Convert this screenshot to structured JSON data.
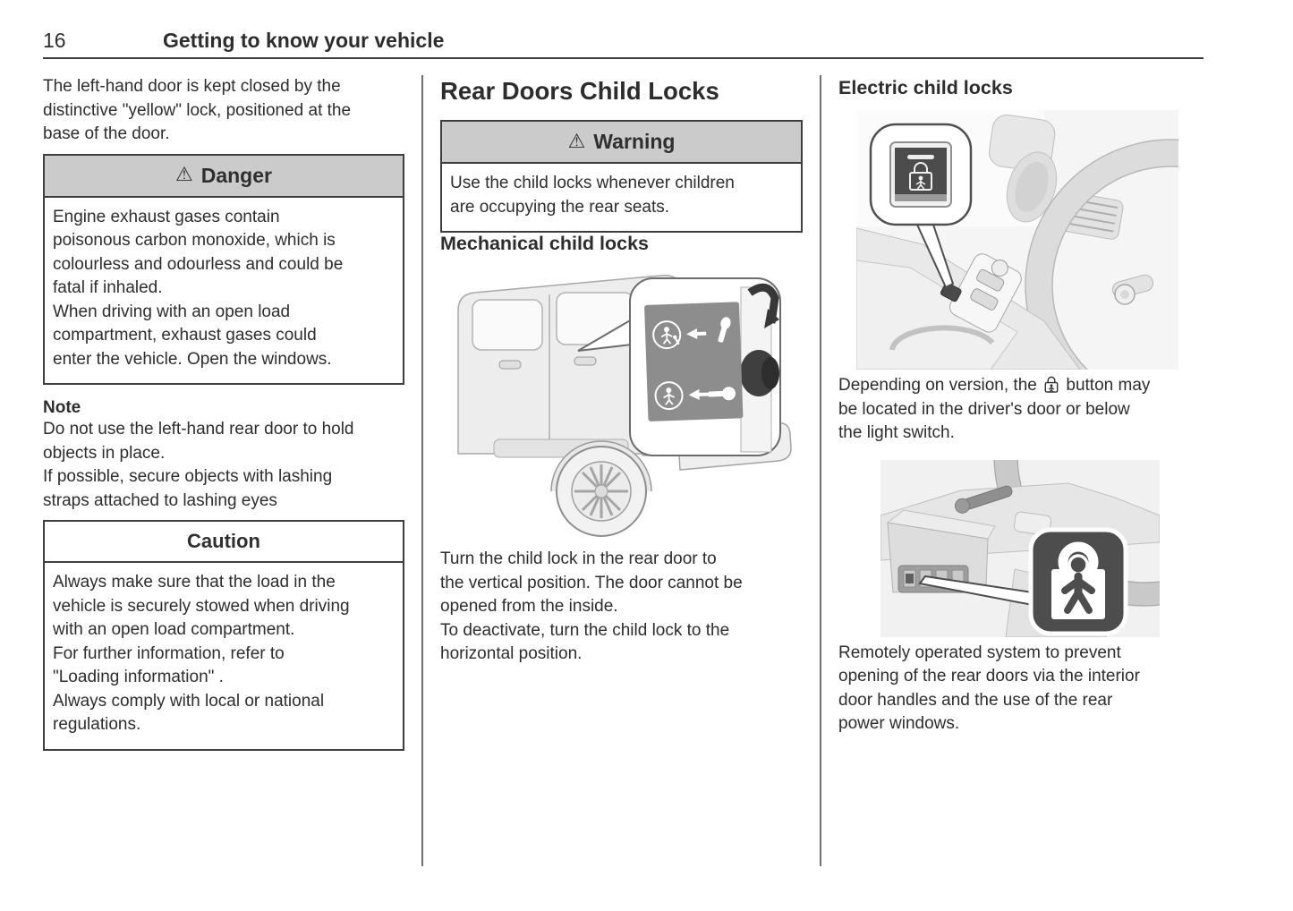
{
  "header": {
    "page_number": "16",
    "title": "Getting to know your vehicle"
  },
  "glyphs": {
    "warning_triangle": "⚠"
  },
  "colors": {
    "box_header_bg": "#cbcbcb",
    "box_border": "#3e3e3e",
    "text": "#2d2d2d",
    "label_plate_bg": "#8d8d8d",
    "callout_dark": "#4d4d4d"
  },
  "left": {
    "intro": "The left-hand door is kept closed by the\ndistinctive \"yellow\" lock, positioned at the\nbase of the door.",
    "danger": {
      "title": "Danger",
      "body": "Engine exhaust gases contain\npoisonous carbon monoxide, which is\ncolourless and odourless and could be\nfatal if inhaled.\nWhen driving with an open load\ncompartment, exhaust gases could\nenter the vehicle. Open the windows."
    },
    "note_title": "Note",
    "note_body": "Do not use the left-hand rear door to hold\nobjects in place.\nIf possible, secure objects with lashing\nstraps attached to lashing eyes",
    "caution": {
      "title": "Caution",
      "body": "Always make sure that the load in the\nvehicle is securely stowed when driving\nwith an open load compartment.\nFor further information, refer to\n\"Loading information\" .\nAlways comply with local or national\nregulations."
    }
  },
  "middle": {
    "heading": "Rear Doors Child Locks",
    "warning": {
      "title": "Warning",
      "body": "Use the child locks whenever children\nare occupying the rear seats."
    },
    "subheading": "Mechanical child locks",
    "body": "Turn the child lock in the rear door to\nthe vertical position. The door cannot be\nopened from the inside.\nTo deactivate, turn the child lock to the\nhorizontal position."
  },
  "right": {
    "heading": "Electric child locks",
    "para1_before": "Depending on version, the ",
    "para1_icon": "child-lock-icon",
    "para1_after": " button may\nbe located in the driver's door or below\nthe light switch.",
    "para2": "Remotely operated system to prevent\nopening of the rear doors via the interior\ndoor handles and the use of the rear\npower windows."
  }
}
